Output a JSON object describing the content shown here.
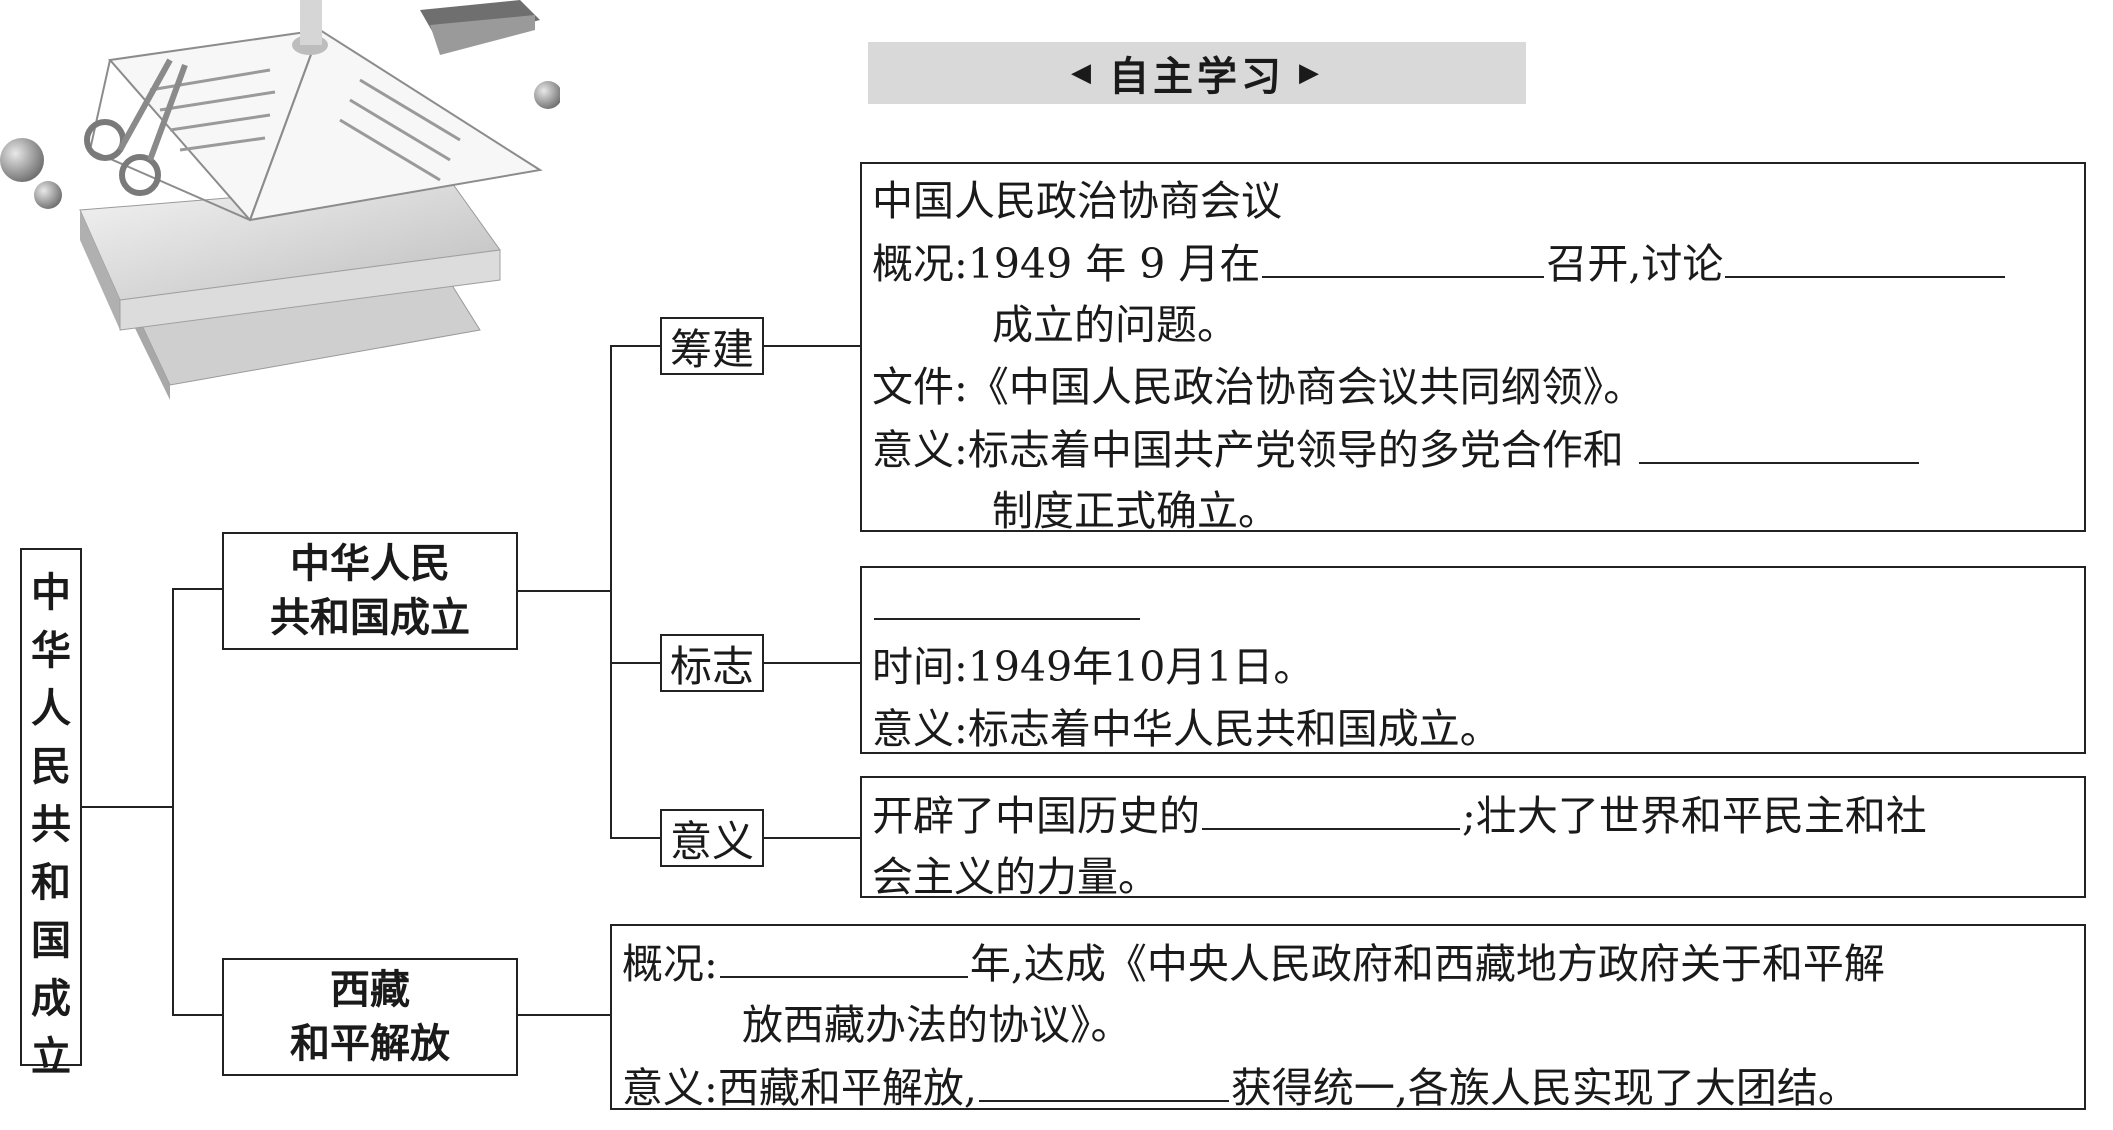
{
  "header": {
    "title": "自主学习",
    "left_arrow": "◀",
    "right_arrow": "▶"
  },
  "root": {
    "chars": [
      "中",
      "华",
      "人",
      "民",
      "共",
      "和",
      "国",
      "成",
      "立"
    ]
  },
  "branch_founding": {
    "line1": "中华人民",
    "line2": "共和国成立"
  },
  "branch_tibet": {
    "line1": "西藏",
    "line2": "和平解放"
  },
  "sub_preparation": {
    "label": "筹建"
  },
  "sub_symbol": {
    "label": "标志"
  },
  "sub_significance": {
    "label": "意义"
  },
  "cppcc": {
    "title": "中国人民政治协商会议",
    "overview_a": "概况:1949 年 9 月在",
    "overview_b": "召开,讨论",
    "overview_c": "成立的问题。",
    "document": "文件:《中国人民政治协商会议共同纲领》。",
    "meaning_a": "意义:标志着中国共产党领导的多党合作和",
    "meaning_b": "制度正式确立。"
  },
  "ceremony": {
    "time": "时间:1949年10月1日。",
    "meaning": "意义:标志着中华人民共和国成立。"
  },
  "significance": {
    "line1_a": "开辟了中国历史的",
    "line1_b": ";壮大了世界和平民主和社",
    "line2": "会主义的力量。"
  },
  "tibet": {
    "overview_a": "概况:",
    "overview_b": "年,达成《中央人民政府和西藏地方政府关于和平解",
    "overview_c": "放西藏办法的协议》。",
    "meaning_a": "意义:西藏和平解放,",
    "meaning_b": "获得统一,各族人民实现了大团结。"
  }
}
